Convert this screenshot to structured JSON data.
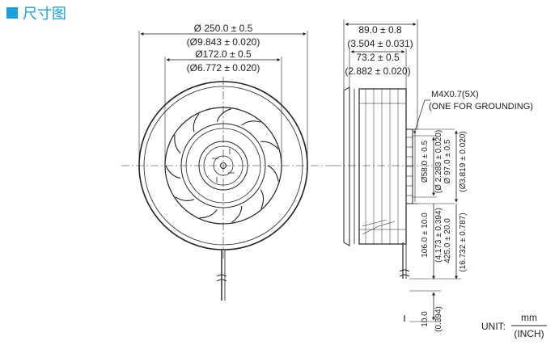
{
  "header": {
    "title": "尺寸图"
  },
  "front_view": {
    "dims": [
      {
        "main": "Ø 250.0 ± 0.5",
        "inch": "(Ø9.843 ± 0.020)"
      },
      {
        "main": "Ø172.0 ± 0.5",
        "inch": "(Ø6.772 ± 0.020)"
      }
    ]
  },
  "side_view": {
    "top_dims": [
      {
        "main": "89.0 ± 0.8",
        "inch": "(3.504 ± 0.031)"
      },
      {
        "main": "73.2 ± 0.5",
        "inch": "(2.882 ± 0.020)"
      }
    ],
    "note": {
      "line1": "M4X0.7(5X)",
      "line2": "(ONE FOR GROUNDING)"
    },
    "vert_dims": [
      "Ø58.0 ± 0.5",
      "(Ø 2.283 ± 0.020)",
      "Ø 97.0 ± 0.5",
      "(Ø3.819 ± 0.020)",
      "106.0 ± 10.0",
      "(4.173 ± 0.394)",
      "425.0 ± 20.0",
      "(16.732 ± 0.787)"
    ],
    "lead_dim": {
      "main": "10.0",
      "inch": "(0.394)"
    }
  },
  "units": {
    "label": "UNIT:",
    "numerator": "mm",
    "denominator": "(INCH)"
  }
}
